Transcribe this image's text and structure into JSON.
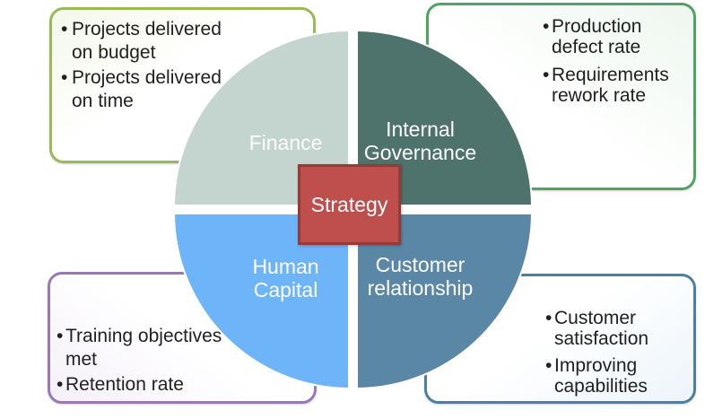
{
  "canvas": {
    "background": "#ffffff"
  },
  "center": {
    "label": "Strategy",
    "fill": "#bf4f4d",
    "border_color": "#943a37",
    "text_color": "#ffffff"
  },
  "quadrants": [
    {
      "name": "finance",
      "label": "Finance",
      "color": "#c4d4ce"
    },
    {
      "name": "internal-governance",
      "label": "Internal Governance",
      "color": "#4e736d"
    },
    {
      "name": "human-capital",
      "label": "Human Capital",
      "color": "#6db4f8"
    },
    {
      "name": "customer-relationship",
      "label": "Customer relationship",
      "color": "#5b87a7"
    }
  ],
  "callouts": [
    {
      "name": "finance-measures",
      "border_color": "#9bb958",
      "items": [
        "Projects delivered on budget",
        "Projects delivered on time"
      ]
    },
    {
      "name": "internal-governance-measures",
      "border_color": "#4fa463",
      "items": [
        "Production defect rate",
        "Requirements rework rate"
      ]
    },
    {
      "name": "human-capital-measures",
      "border_color": "#9879b5",
      "items": [
        "Training objectives met",
        "Retention rate"
      ]
    },
    {
      "name": "customer-relationship-measures",
      "border_color": "#4d7fa0",
      "items": [
        "Customer satisfaction",
        "Improving capabilities"
      ]
    }
  ]
}
